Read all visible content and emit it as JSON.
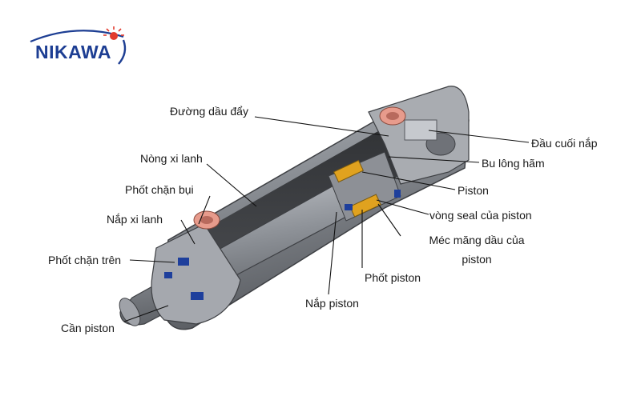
{
  "brand": {
    "name": "NIKAWA",
    "accent": "#1d3e93",
    "sun": "#e23b2e"
  },
  "labels": {
    "duong_dau_day": "Đường dầu đẩy",
    "dau_cuoi_nap": "Đầu cuối nắp",
    "nong_xi_lanh": "Nòng xi lanh",
    "bu_long_ham": "Bu lông hãm",
    "phot_chan_bui": "Phốt chặn bụi",
    "piston": "Piston",
    "nap_xi_lanh": "Nắp xi lanh",
    "vong_seal": "vòng seal của piston",
    "phot_chan_tren": "Phốt chặn trên",
    "mec_mang_line1": "Méc măng dầu của",
    "mec_mang_line2": "piston",
    "phot_piston": "Phốt piston",
    "nap_piston": "Nắp piston",
    "can_piston": "Cần piston"
  },
  "colors": {
    "metal": "#8d9096",
    "metal_dark": "#55585d",
    "seal_blue": "#1e3f9c",
    "seal_orange": "#e0a21f",
    "port_pink": "#e79b8c"
  }
}
